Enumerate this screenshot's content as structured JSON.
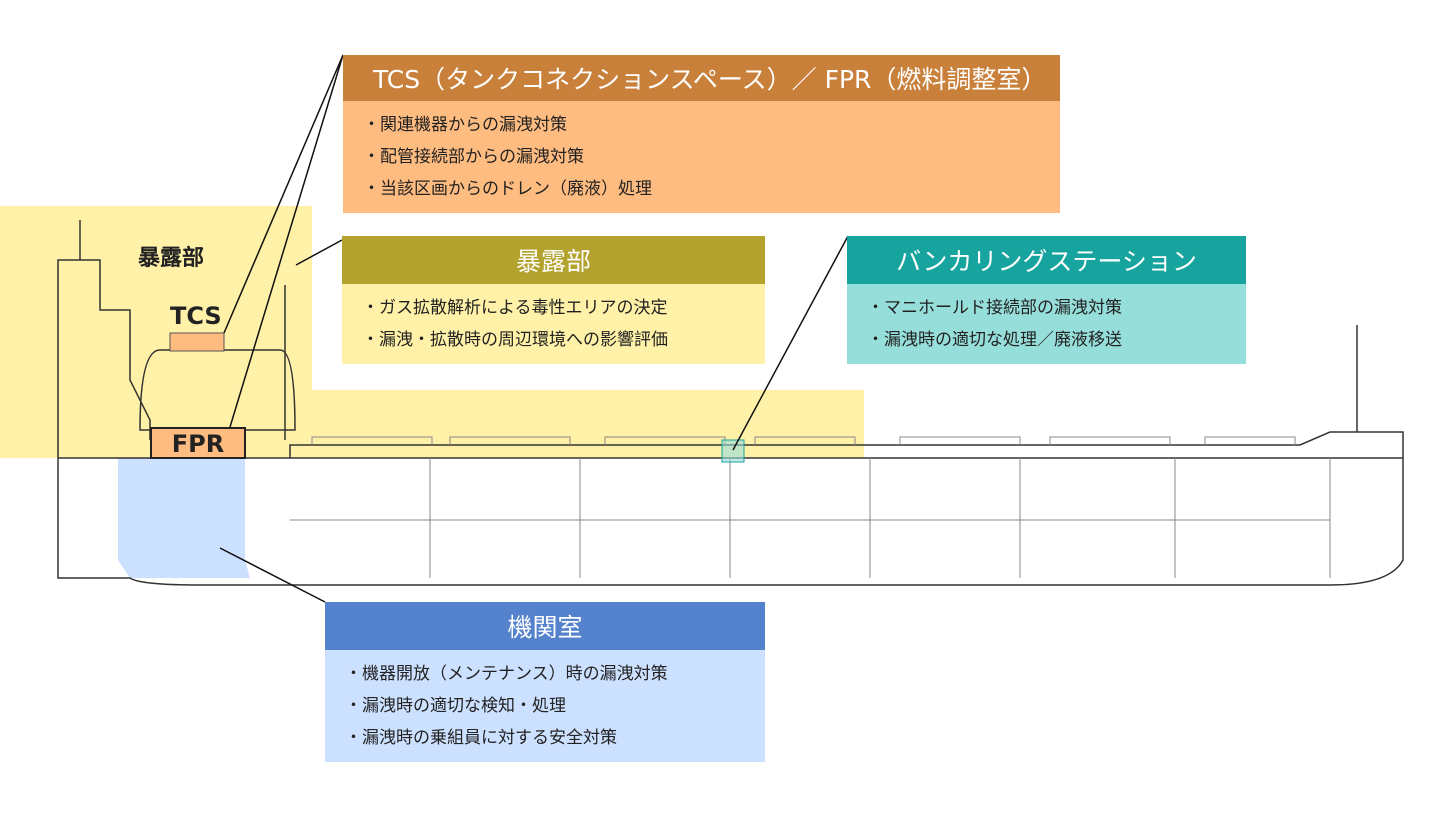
{
  "colors": {
    "tcs_header": "#C8803A",
    "tcs_body": "#FFBC80",
    "exposed_header": "#B3A22E",
    "exposed_body": "#FFF1A8",
    "bunker_header": "#18A49E",
    "bunker_body": "#96DEDA",
    "engine_header": "#5482CC",
    "engine_body": "#CCE0FF"
  },
  "ship_labels": {
    "exposed": "暴露部",
    "tcs": "TCS",
    "fpr": "FPR"
  },
  "tcs_box": {
    "title": "TCS（タンクコネクションスペース）／ FPR（燃料調整室）",
    "items": [
      "関連機器からの漏洩対策",
      "配管接続部からの漏洩対策",
      "当該区画からのドレン（廃液）処理"
    ]
  },
  "exposed_box": {
    "title": "暴露部",
    "items": [
      "ガス拡散解析による毒性エリアの決定",
      "漏洩・拡散時の周辺環境への影響評価"
    ]
  },
  "bunker_box": {
    "title": "バンカリングステーション",
    "items": [
      "マニホールド接続部の漏洩対策",
      "漏洩時の適切な処理／廃液移送"
    ]
  },
  "engine_box": {
    "title": "機関室",
    "items": [
      "機器開放（メンテナンス）時の漏洩対策",
      "漏洩時の適切な検知・処理",
      "漏洩時の乗組員に対する安全対策"
    ]
  }
}
